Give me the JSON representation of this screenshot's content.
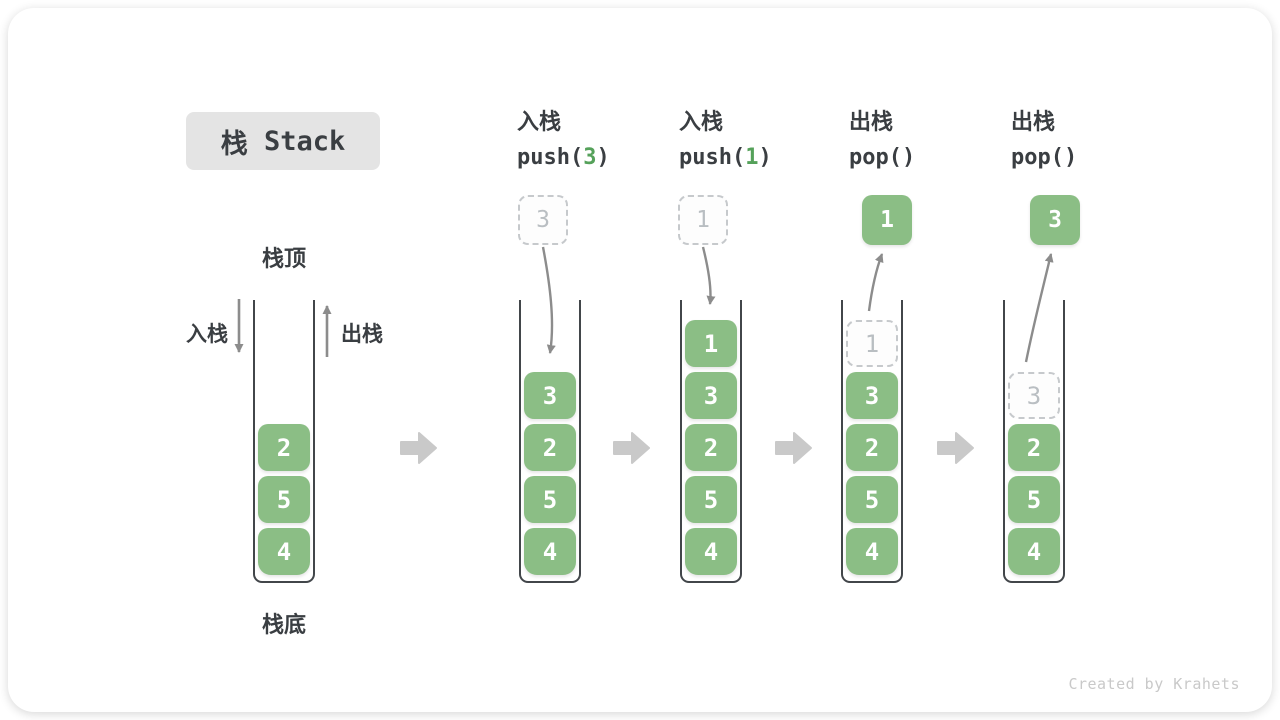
{
  "badge": {
    "zh": "栈",
    "en": " Stack"
  },
  "first_stack": {
    "top_label": "栈顶",
    "bottom_label": "栈底",
    "push_label": "入栈",
    "pop_label": "出栈",
    "cells": [
      {
        "value": "2"
      },
      {
        "value": "5"
      },
      {
        "value": "4"
      }
    ]
  },
  "operations": [
    {
      "label": "入栈",
      "code_prefix": "push(",
      "code_arg": "3",
      "code_suffix": ")",
      "float_box": {
        "value": "3",
        "style": "ghost"
      },
      "arrow": "push",
      "cells": [
        {
          "value": "3"
        },
        {
          "value": "2"
        },
        {
          "value": "5"
        },
        {
          "value": "4"
        }
      ]
    },
    {
      "label": "入栈",
      "code_prefix": "push(",
      "code_arg": "1",
      "code_suffix": ")",
      "float_box": {
        "value": "1",
        "style": "ghost"
      },
      "arrow": "push",
      "cells": [
        {
          "value": "1"
        },
        {
          "value": "3"
        },
        {
          "value": "2"
        },
        {
          "value": "5"
        },
        {
          "value": "4"
        }
      ]
    },
    {
      "label": "出栈",
      "code_prefix": "pop(",
      "code_arg": "",
      "code_suffix": ")",
      "float_box": {
        "value": "1",
        "style": "solid"
      },
      "arrow": "pop",
      "cells": [
        {
          "value": "1",
          "ghost": true
        },
        {
          "value": "3"
        },
        {
          "value": "2"
        },
        {
          "value": "5"
        },
        {
          "value": "4"
        }
      ]
    },
    {
      "label": "出栈",
      "code_prefix": "pop(",
      "code_arg": "",
      "code_suffix": ")",
      "float_box": {
        "value": "3",
        "style": "solid"
      },
      "arrow": "pop",
      "cells": [
        {
          "value": "3",
          "ghost": true
        },
        {
          "value": "2"
        },
        {
          "value": "5"
        },
        {
          "value": "4"
        }
      ]
    }
  ],
  "footer": {
    "credit": "Created by Krahets"
  },
  "icons": {
    "between_stacks": "block-arrow-right-icon",
    "push_flow": "curved-arrow-down-icon",
    "pop_flow": "curved-arrow-up-icon",
    "push_side": "arrow-down-icon",
    "pop_side": "arrow-up-icon"
  },
  "colors": {
    "element_green": "#8BBE85",
    "code_arg_green": "#55A15A",
    "tube_border": "#42464A",
    "text_dark": "#3A3E42",
    "ghost_border": "#C6C9CC",
    "ghost_text": "#B9BEC2",
    "block_arrow_gray": "#C9C9C9",
    "flow_arrow_gray": "#8C8C8C",
    "badge_bg": "#E4E4E4",
    "credit_gray": "#C9C9C9"
  }
}
